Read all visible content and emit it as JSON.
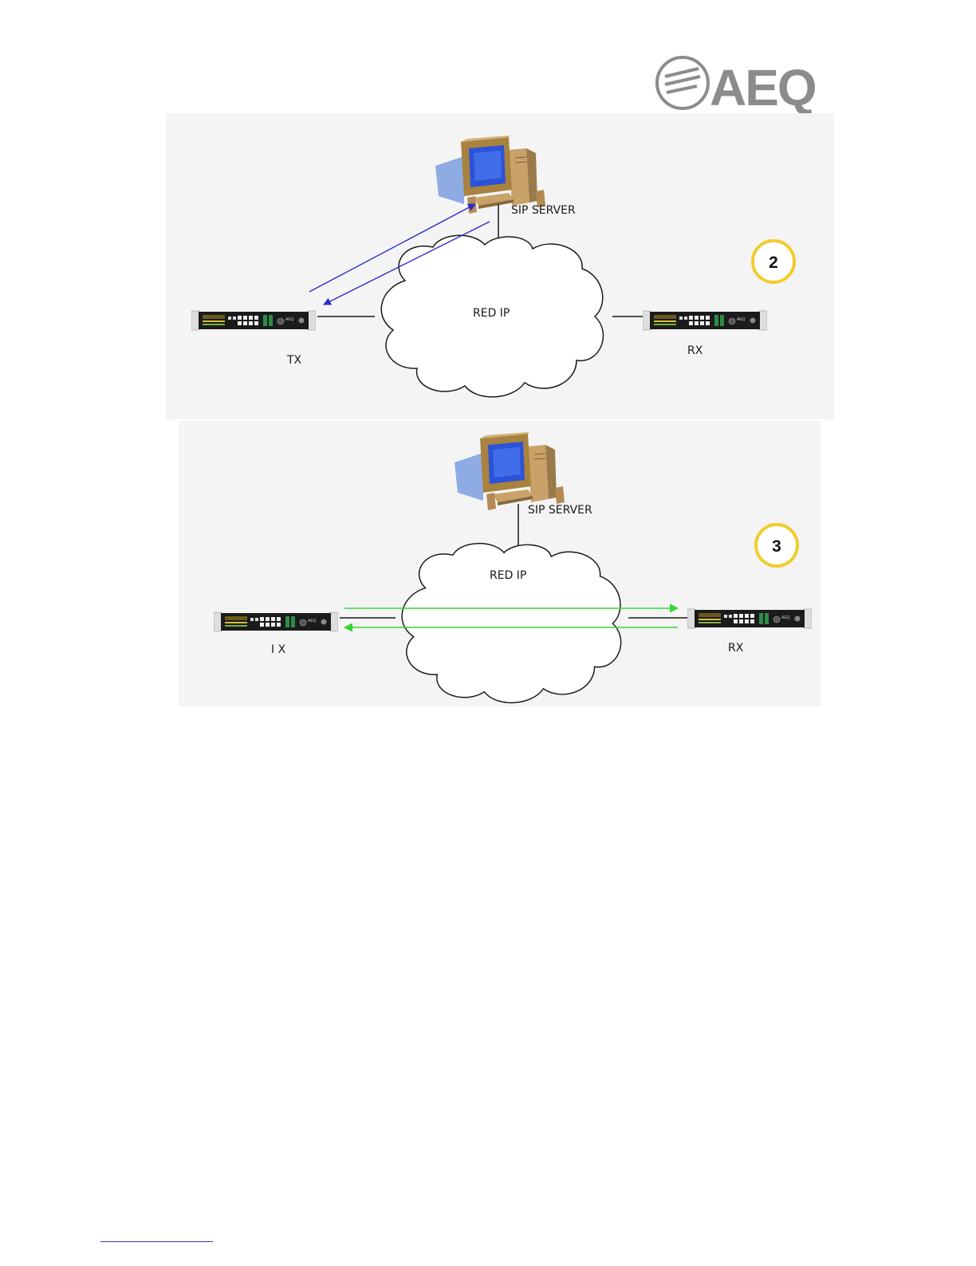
{
  "header": {
    "logo_text": "AEQ"
  },
  "diagram_2": {
    "badge": "2",
    "server_label": "SIP SERVER",
    "network_label": "RED IP",
    "tx_label": "TX",
    "rx_label": "RX"
  },
  "diagram_3": {
    "badge": "3",
    "server_label": "SIP SERVER",
    "network_label": "RED IP",
    "tx_label": "I X",
    "rx_label": "RX"
  },
  "colors": {
    "signalling_arrows": "#2b2bc8",
    "media_arrows": "#33d633",
    "badge_ring": "#f2cc2a",
    "panel_bg": "#f4f4f4"
  }
}
